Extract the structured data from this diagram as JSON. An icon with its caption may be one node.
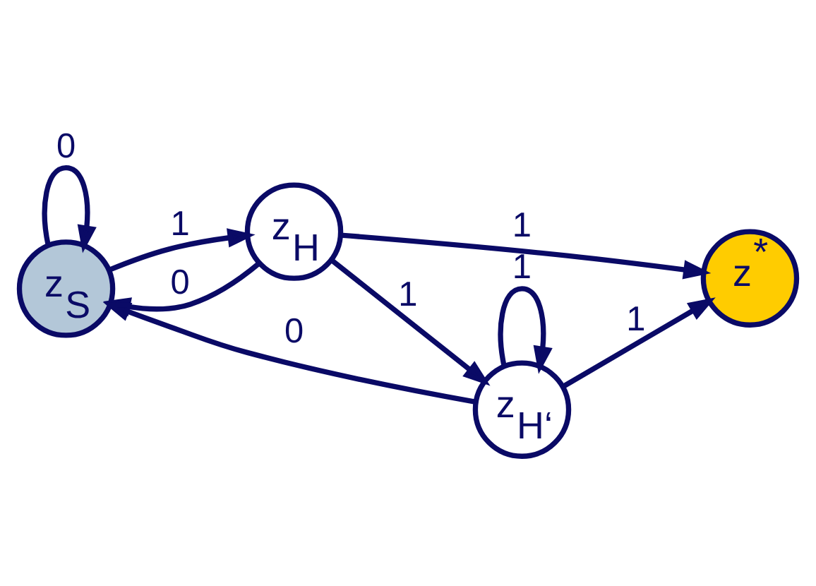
{
  "diagram": {
    "nodes": [
      {
        "text": [
          "z$_{S}$"
        ]
      },
      {
        "text": [
          "z$_{H}$"
        ]
      },
      {
        "text": [
          "z$_{H‘}$"
        ]
      },
      {
        "text": [
          "z$^{*}$"
        ]
      }
    ],
    "edges": [
      {
        "from": 0,
        "to": 0,
        "arrow": "to",
        "label": "0"
      },
      {
        "from": 0,
        "to": 1,
        "arrow": "to",
        "label": "1"
      },
      {
        "from": 1,
        "to": 0,
        "arrow": "to",
        "label": "0"
      },
      {
        "from": 1,
        "to": 2,
        "arrow": "to",
        "label": "1"
      },
      {
        "from": 1,
        "to": 3,
        "arrow": "to",
        "label": "1"
      },
      {
        "from": 2,
        "to": 2,
        "arrow": "to",
        "label": "1"
      },
      {
        "from": 2,
        "to": 0,
        "arrow": "to",
        "label": "0"
      },
      {
        "from": 2,
        "to": 3,
        "arrow": "to",
        "label": "1"
      }
    ]
  }
}
